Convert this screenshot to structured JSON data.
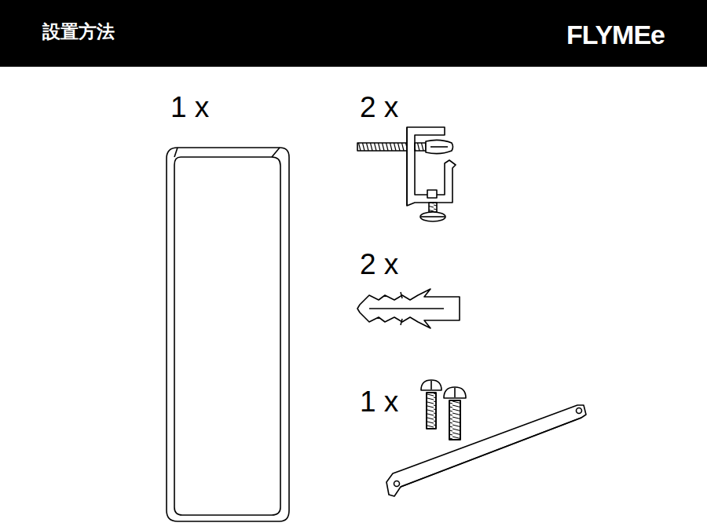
{
  "diagram": {
    "title": "設置方法",
    "labels": [
      "FLYMEe",
      "1 x",
      "2 x",
      "2 x",
      "1 x"
    ]
  }
}
